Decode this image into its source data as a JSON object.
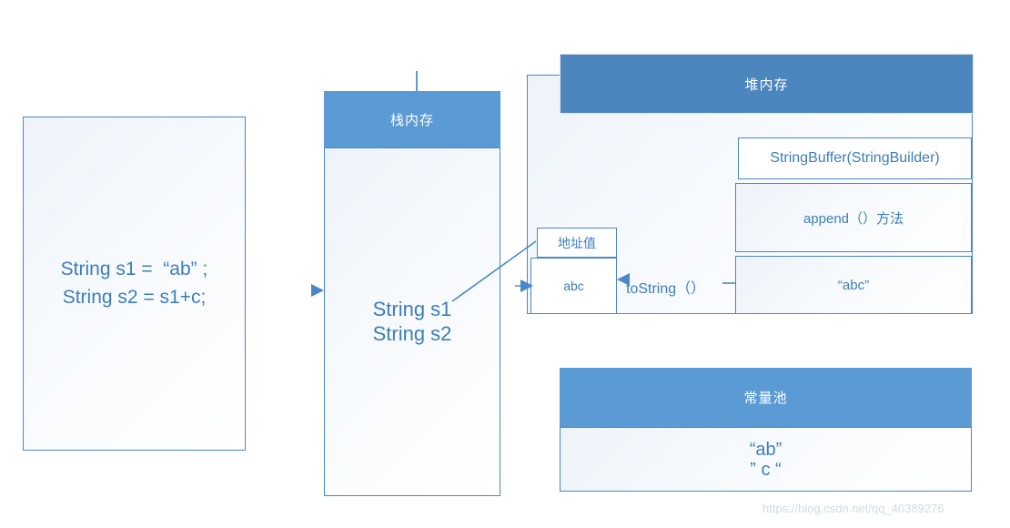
{
  "diagram": {
    "title_hidden": "Java String memory model diagram",
    "colors": {
      "header_light": "#5b9bd5",
      "header_dark": "#4c86be",
      "border": "#4a86c8",
      "text": "#3d7ebb",
      "watermark": "#d3dbe3"
    }
  },
  "code_box": {
    "line1": "String s1 =  “ab” ;",
    "line2": "String s2 = s1+c;"
  },
  "stack": {
    "header": "栈内存",
    "vars": [
      "String s1",
      "String s2"
    ]
  },
  "heap": {
    "header": "堆内存",
    "address_box": {
      "label": "地址值",
      "value": "abc"
    },
    "objects": [
      "StringBuffer(StringBuilder)",
      "append（）方法",
      "“abc”"
    ],
    "tostring_label": "toString（）"
  },
  "constant_pool": {
    "header": "常量池",
    "entries": [
      "“ab”",
      "” c “"
    ]
  },
  "watermark": {
    "text": "https://blog.csdn.net/qq_40389276"
  }
}
